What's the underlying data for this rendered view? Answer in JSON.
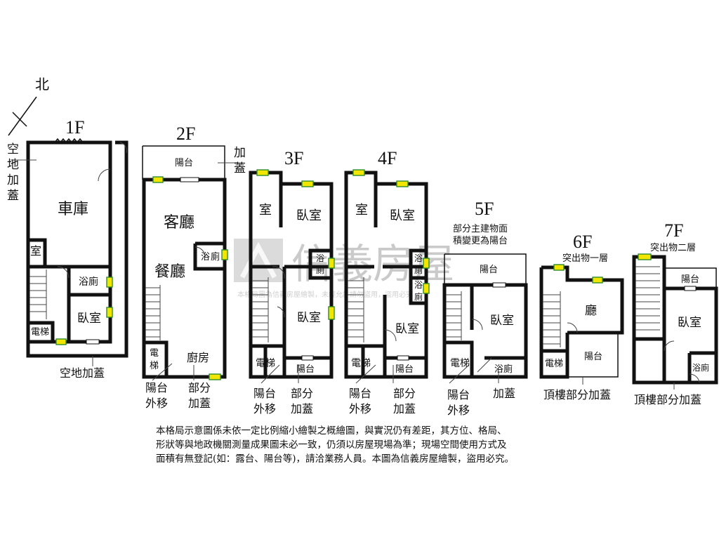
{
  "watermark": {
    "brand": "信義房屋",
    "note": "本格局圖為信義房屋繪製，未經允許請勿盜用，盜用必究"
  },
  "compass": {
    "north": "北"
  },
  "floors": [
    {
      "title": "1F",
      "labels": [
        "車庫",
        "室",
        "浴廁",
        "臥室",
        "電梯"
      ],
      "callouts": [
        "空",
        "地",
        "加",
        "蓋",
        "空地加蓋"
      ]
    },
    {
      "title": "2F",
      "labels": [
        "陽台",
        "客廳",
        "餐廳",
        "浴",
        "廁",
        "電",
        "梯",
        "廚房"
      ],
      "callouts": [
        "加",
        "蓋",
        "陽台",
        "外移",
        "部分",
        "加蓋"
      ]
    },
    {
      "title": "3F",
      "labels": [
        "室",
        "臥室",
        "浴",
        "廁",
        "臥室",
        "電梯",
        "陽台"
      ],
      "callouts": [
        "陽台",
        "外移",
        "部分",
        "加蓋"
      ]
    },
    {
      "title": "4F",
      "labels": [
        "室",
        "臥室",
        "浴",
        "廁",
        "浴",
        "廁",
        "臥室",
        "電梯",
        "陽台"
      ],
      "callouts": [
        "陽台",
        "外移",
        "部分",
        "加蓋"
      ]
    },
    {
      "title": "5F",
      "labels": [
        "陽台",
        "臥室",
        "電梯",
        "浴廁"
      ],
      "callouts": [
        "部分主建物面",
        "積變更為陽台",
        "陽台",
        "外移",
        "加蓋"
      ]
    },
    {
      "title": "6F",
      "labels": [
        "廳",
        "電梯",
        "陽台"
      ],
      "callouts": [
        "突出物一層",
        "頂樓部分加蓋"
      ]
    },
    {
      "title": "7F",
      "labels": [
        "陽台",
        "臥室",
        "浴廁"
      ],
      "callouts": [
        "突出物二層",
        "頂樓部分加蓋"
      ]
    }
  ],
  "disclaimer": [
    "本格局示意圖係未依一定比例縮小繪製之概繪圖，與實況仍有差距，其方位、格局、",
    "形狀等與地政機關測量成果圖未必一致，仍須以房屋現場為準；現場空間使用方式及",
    "面積有無登記(如：露台、陽台等)，請洽業務人員。本圖為信義房屋繪製，盜用必究。"
  ],
  "colors": {
    "wall": "#111111",
    "window_fill": "#f2e600",
    "window_edge": "#2e8b2e",
    "watermark": "#b9b9b9"
  }
}
